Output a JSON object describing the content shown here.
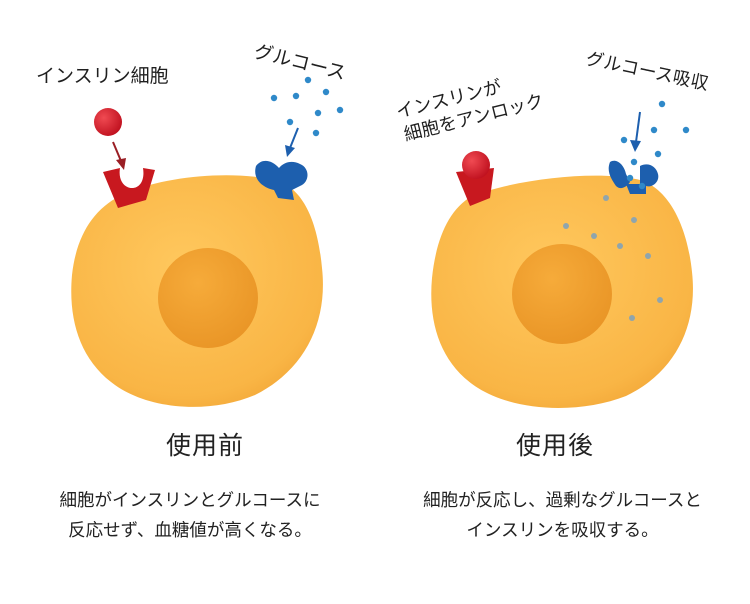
{
  "before": {
    "insulin_label": "インスリン細胞",
    "glucose_label": "グルコース",
    "title": "使用前",
    "desc_line1": "細胞がインスリンとグルコースに",
    "desc_line2": "反応せず、血糖値が高くなる。"
  },
  "after": {
    "unlock_line1": "インスリンが",
    "unlock_line2": "細胞をアンロック",
    "absorb_label": "グルコース吸収",
    "title": "使用後",
    "desc_line1": "細胞が反応し、過剰なグルコースと",
    "desc_line2": "インスリンを吸収する。"
  },
  "colors": {
    "cell": "#F9B545",
    "nucleus": "#F0A030",
    "insulin": "#D0192B",
    "receptor_red": "#C8181F",
    "glucose_receptor": "#1D5FAE",
    "glucose_dot": "#2F89C9",
    "absorbed_dot": "#8FA5AD",
    "arrow": "#9A1E24"
  }
}
